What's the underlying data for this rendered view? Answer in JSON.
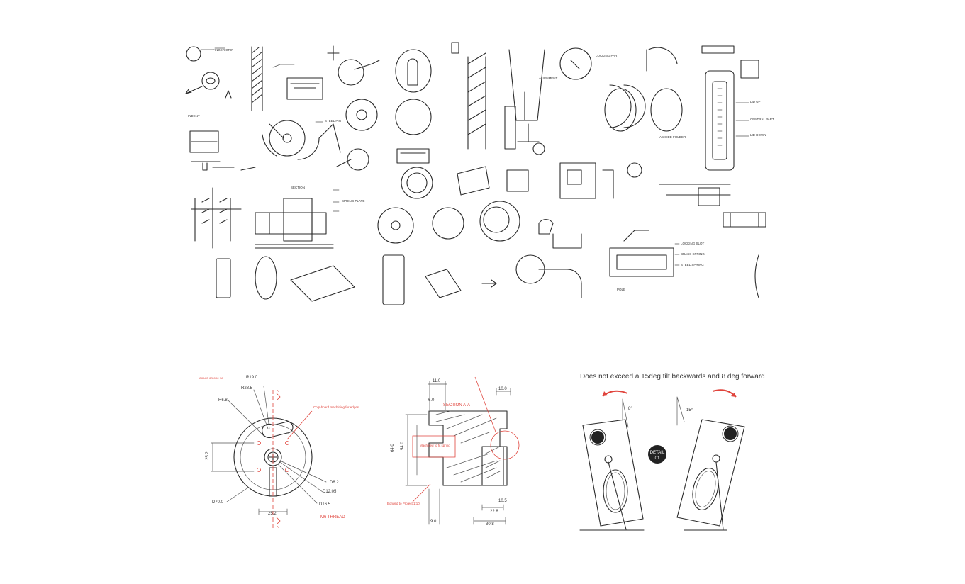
{
  "sketch_notes": [
    "FINGER GRIP",
    "INDENT",
    "STEEL PIN",
    "SECTION",
    "SPRING PLATE",
    "LOCKING SLOT",
    "BRASS SPRING",
    "STEEL SPRING",
    "POLE",
    "LID UP",
    "CENTRAL PART",
    "LID DOWN",
    "AS SIDE FOLDER"
  ],
  "drawing_left": {
    "dims": [
      "R19.0",
      "R28.5",
      "R6.8",
      "25.2",
      "D70.0",
      "D8.2",
      "D12.05",
      "D16.5",
      "25.2"
    ],
    "notes": [
      "A",
      "A",
      "M6 THREAD",
      "Chip-board machining for edges"
    ],
    "corner_note": "texture on one sd"
  },
  "drawing_mid": {
    "dims": [
      "11.0",
      "6.0",
      "64.0",
      "54.0",
      "10.0",
      "10.5",
      "22.8",
      "30.8",
      "9.0"
    ],
    "section_label": "SECTION A-A",
    "notes": [
      "Machined to fit spring",
      "Bonded to Project 1:10"
    ]
  },
  "drawing_right": {
    "caption": "Does not exceed a 15deg tilt backwards and 8 deg forward",
    "angle_front": "8°",
    "angle_back": "15°",
    "detail_label": "DETAIL",
    "detail_num": "01"
  },
  "colors": {
    "accent": "#e0443c",
    "ink": "#2a2a2a",
    "background": "#ffffff"
  }
}
